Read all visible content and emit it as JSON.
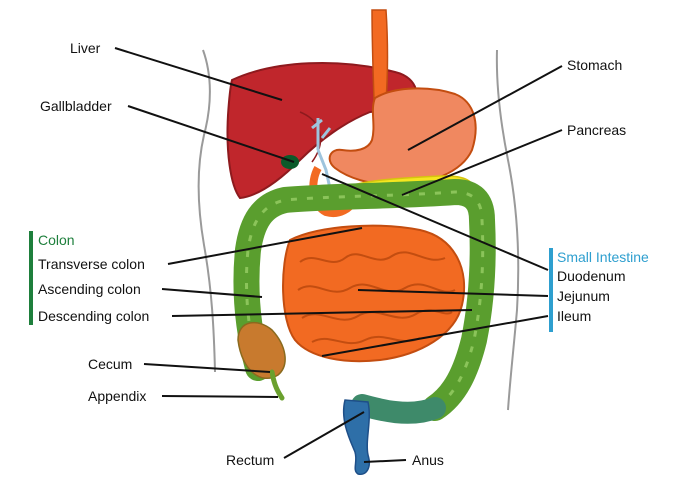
{
  "labels": {
    "liver": "Liver",
    "gallbladder": "Gallbladder",
    "stomach": "Stomach",
    "pancreas": "Pancreas",
    "transverse_colon": "Transverse colon",
    "ascending_colon": "Ascending colon",
    "descending_colon": "Descending colon",
    "cecum": "Cecum",
    "appendix": "Appendix",
    "rectum": "Rectum",
    "anus": "Anus",
    "duodenum": "Duodenum",
    "jejunum": "Jejunum",
    "ileum": "Ileum"
  },
  "groups": {
    "colon": {
      "title": "Colon",
      "color": "#1e7f3c"
    },
    "small_intestine": {
      "title": "Small Intestine",
      "color": "#2e9fcf"
    }
  },
  "colors": {
    "liver": "#c0262c",
    "stomach": "#f08860",
    "esophagus": "#f26a22",
    "small_intestine": "#f26a22",
    "large_intestine": "#5a9e2e",
    "pancreas": "#f3e620",
    "gallbladder": "#0c5a2a"
  }
}
